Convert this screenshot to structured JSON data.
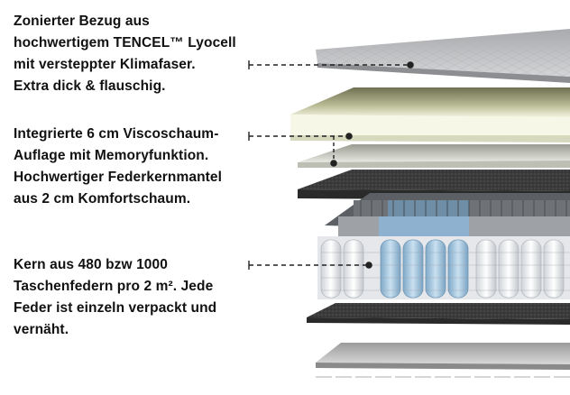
{
  "annotations": [
    {
      "id": "cover",
      "text": "Zonierter Bezug aus\nhochwertigem TENCEL™ Lyocell\nmit versteppter Klimafaser.\nExtra dick & flauschig."
    },
    {
      "id": "foam",
      "text": "Integrierte 6 cm Viscoschaum-\nAuflage mit Memoryfunktion.\nHochwertiger Federkernmantel\naus 2 cm Komfortschaum."
    },
    {
      "id": "core",
      "text": "Kern aus 480 bzw 1000\nTaschenfedern pro 2 m². Jede\nFeder ist einzeln verpackt und\nvernäht."
    }
  ],
  "colors": {
    "cover_top": "#bfc0c2",
    "viscofoam": "#f2f3dd",
    "comfortfoam": "#3a3a3a",
    "spring_white": "#eef0f2",
    "spring_blue": "#a9cbe4",
    "base_felt": "#4a4a4a"
  }
}
